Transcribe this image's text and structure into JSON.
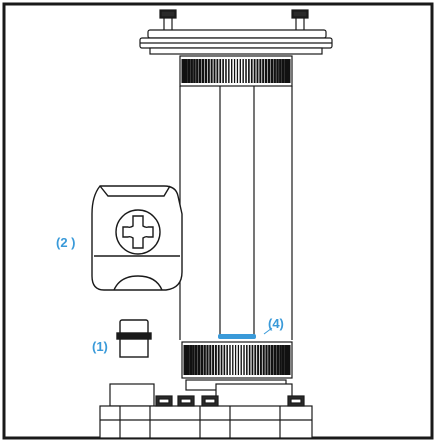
{
  "colors": {
    "line": "#1a1a1a",
    "callout": "#3a9ad9",
    "highlight": "#3a9ad9",
    "background": "#ffffff",
    "knurl_dark": "#111111"
  },
  "callouts": [
    {
      "id": "2",
      "text": "(2 )"
    },
    {
      "id": "1",
      "text": "(1)"
    },
    {
      "id": "4",
      "text": "(4)"
    }
  ],
  "parts": [
    {
      "id": "1",
      "name": "small-fitting"
    },
    {
      "id": "2",
      "name": "screw-clip"
    },
    {
      "id": "4",
      "name": "blue-seal-ring"
    }
  ]
}
